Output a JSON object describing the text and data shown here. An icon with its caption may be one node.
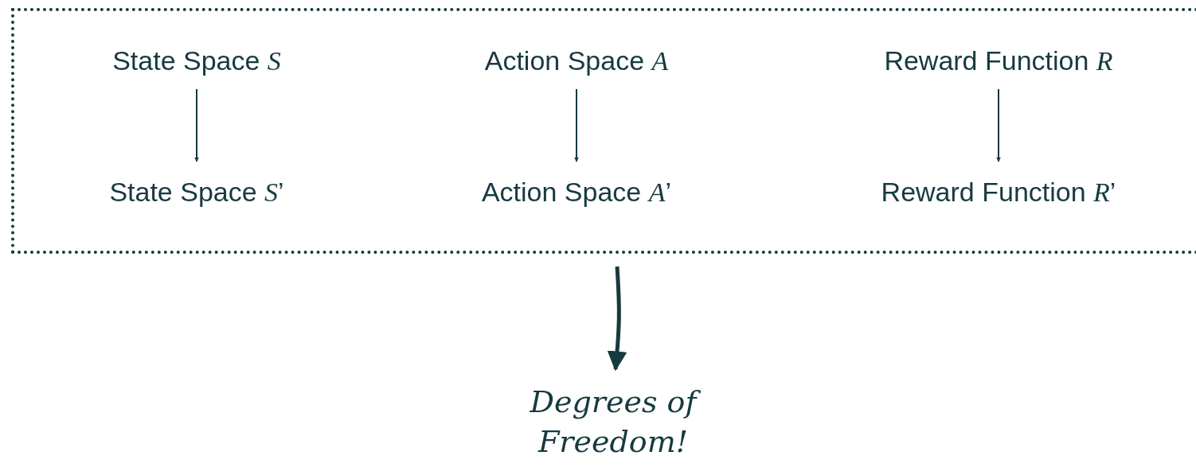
{
  "diagram": {
    "nodes": [
      {
        "text": [],
        "shape": "box"
      },
      {
        "text": [
          "State Space *S*"
        ],
        "in": 0
      },
      {
        "text": [
          "Action Space *A*"
        ],
        "in": 0
      },
      {
        "text": [
          "Reward Function *R*"
        ],
        "in": 0
      },
      {
        "text": [
          "State Space *S*’"
        ],
        "in": 0
      },
      {
        "text": [
          "Action Space *A*’"
        ],
        "in": 0
      },
      {
        "text": [
          "Reward Function *R*’"
        ],
        "in": 0
      },
      {
        "text": [
          "Degrees of Freedom!"
        ]
      }
    ],
    "edges": [
      {
        "from": 1,
        "to": 4,
        "arrow": "to"
      },
      {
        "from": 2,
        "to": 5,
        "arrow": "to"
      },
      {
        "from": 3,
        "to": 6,
        "arrow": "to"
      },
      {
        "from": 0,
        "to": 7,
        "arrow": "to",
        "style": "thick"
      }
    ]
  }
}
